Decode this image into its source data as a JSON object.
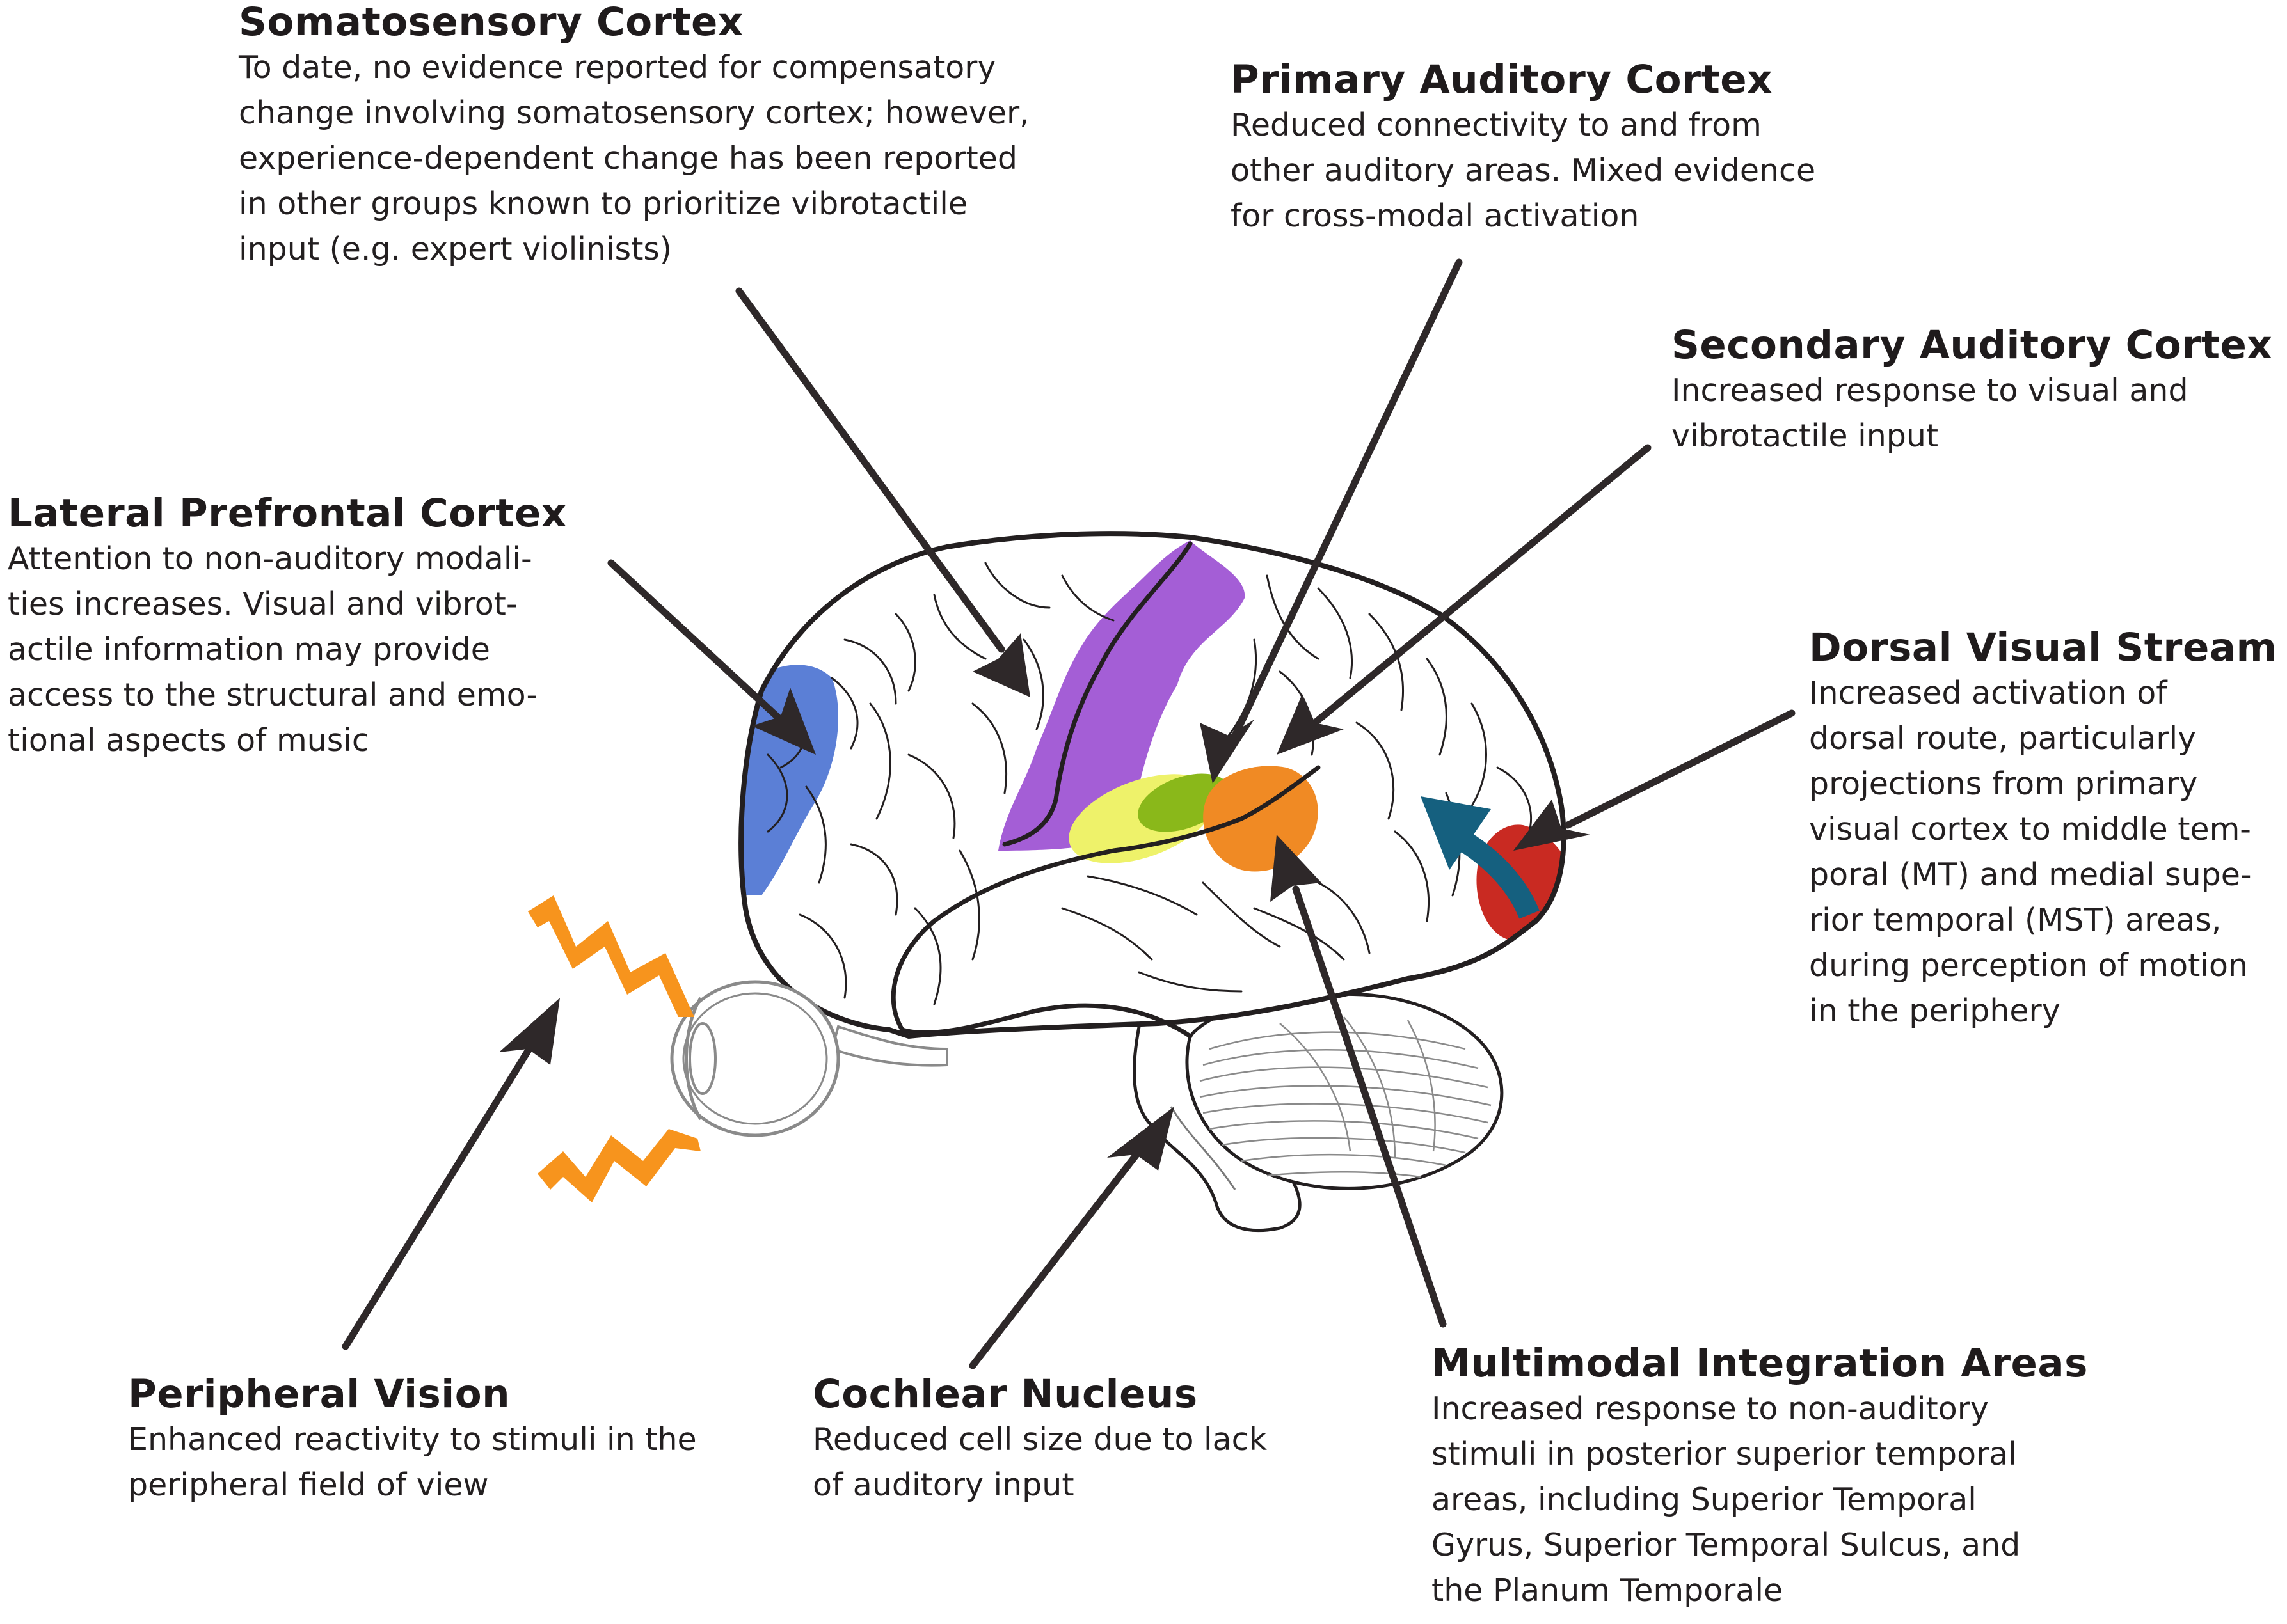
{
  "colors": {
    "line": "#231f20",
    "arrow": "#2e2829",
    "lateral_prefrontal": "#5b7fd6",
    "somatosensory": "#a45ed6",
    "primary_auditory": "#8ab81a",
    "primary_auditory_glow": "#eef26a",
    "secondary_auditory": "#f08a24",
    "dorsal_visual_occipital": "#c92a22",
    "dorsal_visual_arrow": "#15607f",
    "peripheral_flash": "#f7941d"
  },
  "labels": {
    "somatosensory": {
      "title": "Somatosensory Cortex",
      "body": "To date, no evidence reported for compensatory\nchange involving somatosensory cortex; however,\nexperience-dependent change has been reported\nin other groups known to prioritize vibrotactile\ninput (e.g. expert violinists)"
    },
    "primary_auditory": {
      "title": "Primary Auditory Cortex",
      "body": "Reduced connectivity to and from\nother auditory areas. Mixed evidence\nfor cross-modal activation"
    },
    "secondary_auditory": {
      "title": "Secondary Auditory Cortex",
      "body": "Increased response to visual and\nvibrotactile input"
    },
    "lateral_prefrontal": {
      "title": "Lateral Prefrontal Cortex",
      "body": "Attention to non-auditory modali-\nties increases. Visual and vibrot-\nactile information may provide\naccess to the structural and emo-\ntional aspects of music"
    },
    "dorsal_visual": {
      "title": "Dorsal Visual Stream",
      "body": "Increased activation of\ndorsal route, particularly\nprojections from primary\nvisual cortex to middle tem-\nporal (MT) and medial supe-\nrior temporal (MST) areas,\nduring perception of motion\nin the periphery"
    },
    "peripheral_vision": {
      "title": "Peripheral Vision",
      "body": "Enhanced reactivity to stimuli in the\nperipheral field of view"
    },
    "cochlear_nucleus": {
      "title": "Cochlear Nucleus",
      "body": "Reduced cell size due to lack\nof auditory input"
    },
    "multimodal": {
      "title": "Multimodal Integration Areas",
      "body": "Increased response to non-auditory\nstimuli in posterior superior temporal\nareas, including Superior Temporal\nGyrus, Superior Temporal Sulcus, and\nthe Planum Temporale"
    }
  }
}
